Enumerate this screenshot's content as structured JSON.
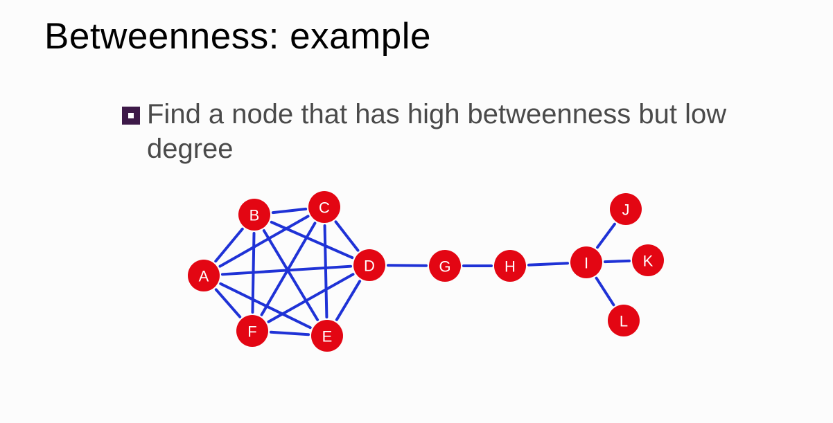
{
  "slide": {
    "title": "Betweenness: example",
    "bullet": "Find a node that has high betweenness but low degree"
  },
  "colors": {
    "node_fill": "#e30613",
    "edge": "#1f32d6",
    "bullet_marker": "#3d1948"
  },
  "graph": {
    "nodes": [
      {
        "id": "A",
        "label": "A"
      },
      {
        "id": "B",
        "label": "B"
      },
      {
        "id": "C",
        "label": "C"
      },
      {
        "id": "D",
        "label": "D"
      },
      {
        "id": "E",
        "label": "E"
      },
      {
        "id": "F",
        "label": "F"
      },
      {
        "id": "G",
        "label": "G"
      },
      {
        "id": "H",
        "label": "H"
      },
      {
        "id": "I",
        "label": "I"
      },
      {
        "id": "J",
        "label": "J"
      },
      {
        "id": "K",
        "label": "K"
      },
      {
        "id": "L",
        "label": "L"
      }
    ],
    "edges": [
      [
        "A",
        "B"
      ],
      [
        "A",
        "C"
      ],
      [
        "A",
        "D"
      ],
      [
        "A",
        "E"
      ],
      [
        "A",
        "F"
      ],
      [
        "B",
        "C"
      ],
      [
        "B",
        "D"
      ],
      [
        "B",
        "E"
      ],
      [
        "B",
        "F"
      ],
      [
        "C",
        "D"
      ],
      [
        "C",
        "E"
      ],
      [
        "C",
        "F"
      ],
      [
        "D",
        "E"
      ],
      [
        "D",
        "F"
      ],
      [
        "E",
        "F"
      ],
      [
        "D",
        "G"
      ],
      [
        "G",
        "H"
      ],
      [
        "H",
        "I"
      ],
      [
        "I",
        "J"
      ],
      [
        "I",
        "K"
      ],
      [
        "I",
        "L"
      ]
    ]
  }
}
